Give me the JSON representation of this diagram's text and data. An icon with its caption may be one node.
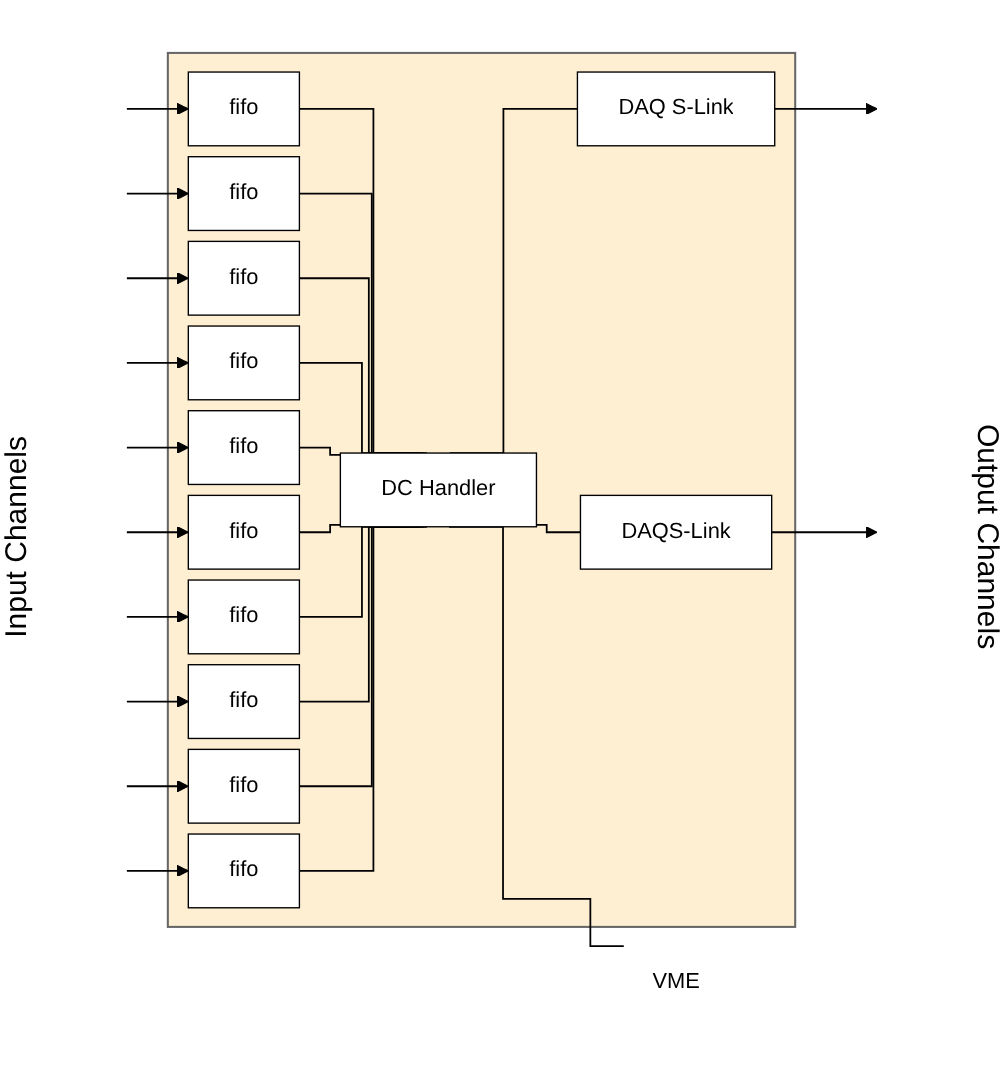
{
  "diagram": {
    "nodes": [
      {
        "text": [],
        "shape": "box"
      },
      {
        "text": [
          "fifo"
        ],
        "in": 0
      },
      {
        "text": [
          "fifo"
        ],
        "in": 0
      },
      {
        "text": [
          "fifo"
        ],
        "in": 0
      },
      {
        "text": [
          "fifo"
        ],
        "in": 0
      },
      {
        "text": [
          "fifo"
        ],
        "in": 0
      },
      {
        "text": [
          "fifo"
        ],
        "in": 0
      },
      {
        "text": [
          "fifo"
        ],
        "in": 0
      },
      {
        "text": [
          "fifo"
        ],
        "in": 0
      },
      {
        "text": [
          "fifo"
        ],
        "in": 0
      },
      {
        "text": [
          "fifo"
        ],
        "in": 0
      },
      {
        "text": [
          "DC Handler"
        ],
        "in": 0
      },
      {
        "text": [
          "DAQ S-Link"
        ],
        "in": 0
      },
      {
        "text": [
          "DAQS-Link"
        ],
        "in": 0
      },
      {
        "text": [
          "VME"
        ]
      }
    ],
    "edges": [
      {
        "from": null,
        "to": 1,
        "arrow": "to"
      },
      {
        "from": null,
        "to": 2,
        "arrow": "to"
      },
      {
        "from": null,
        "to": 3,
        "arrow": "to"
      },
      {
        "from": null,
        "to": 4,
        "arrow": "to"
      },
      {
        "from": null,
        "to": 5,
        "arrow": "to"
      },
      {
        "from": null,
        "to": 6,
        "arrow": "to"
      },
      {
        "from": null,
        "to": 7,
        "arrow": "to"
      },
      {
        "from": null,
        "to": 8,
        "arrow": "to"
      },
      {
        "from": null,
        "to": 9,
        "arrow": "to"
      },
      {
        "from": null,
        "to": 10,
        "arrow": "to"
      },
      {
        "from": 1,
        "to": 11,
        "arrow": "none"
      },
      {
        "from": 2,
        "to": 11,
        "arrow": "none"
      },
      {
        "from": 3,
        "to": 11,
        "arrow": "none"
      },
      {
        "from": 4,
        "to": 11,
        "arrow": "none"
      },
      {
        "from": 5,
        "to": 11,
        "arrow": "none"
      },
      {
        "from": 6,
        "to": 11,
        "arrow": "none"
      },
      {
        "from": 7,
        "to": 11,
        "arrow": "none"
      },
      {
        "from": 8,
        "to": 11,
        "arrow": "none"
      },
      {
        "from": 9,
        "to": 11,
        "arrow": "none"
      },
      {
        "from": 10,
        "to": 11,
        "arrow": "none"
      },
      {
        "from": 11,
        "to": 12,
        "arrow": "none"
      },
      {
        "from": 11,
        "to": 13,
        "arrow": "none"
      },
      {
        "from": 12,
        "to": null,
        "arrow": "to"
      },
      {
        "from": 13,
        "to": null,
        "arrow": "to"
      },
      {
        "from": 11,
        "to": 14,
        "arrow": "none"
      }
    ],
    "labels": [
      "Input Channels",
      "Output Channels"
    ]
  }
}
